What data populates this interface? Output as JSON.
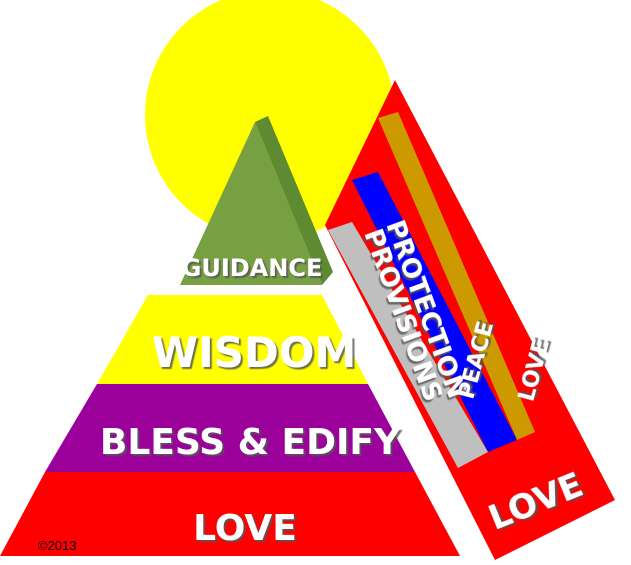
{
  "diagram": {
    "layers": [
      {
        "id": "guidance",
        "label": "GUIDANCE",
        "color": "#77a043"
      },
      {
        "id": "wisdom",
        "label": "WISDOM",
        "color": "#ffff00"
      },
      {
        "id": "bless",
        "label": "BLESS & EDIFY",
        "color": "#9b009b"
      },
      {
        "id": "love",
        "label": "LOVE",
        "color": "#ff0000"
      }
    ],
    "side_bands": [
      {
        "id": "provisions",
        "label": "PROVISIONS",
        "color": "#bfbfbf"
      },
      {
        "id": "protection",
        "label": "PROTECTION",
        "color": "#0000ff"
      },
      {
        "id": "peace",
        "label": "PEACE",
        "color": "#cc9900"
      },
      {
        "id": "love-side",
        "label": "LOVE",
        "color": "#ff0000"
      }
    ],
    "side_base_label": "LOVE",
    "sun_color": "#ffff00",
    "copyright": "©2013"
  }
}
